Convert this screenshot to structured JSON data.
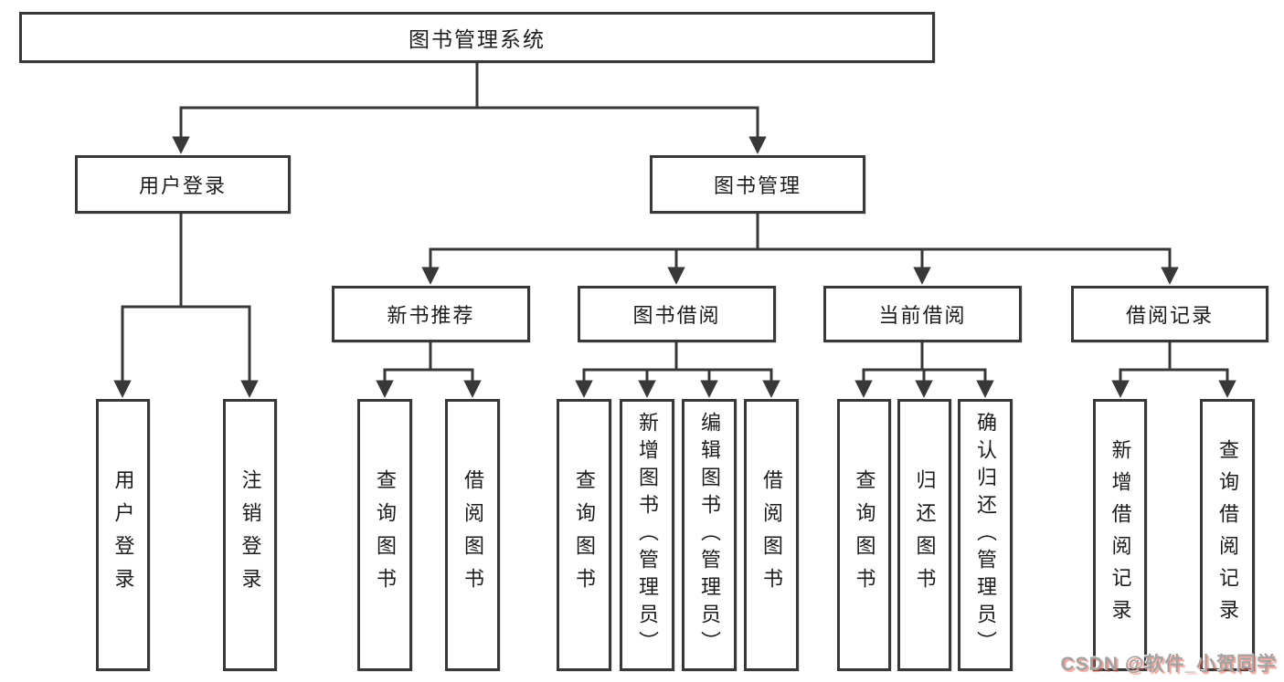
{
  "title": "图书管理系统",
  "level2": {
    "user_login": "用户登录",
    "book_mgmt": "图书管理"
  },
  "level3": {
    "new_book": "新书推荐",
    "book_borrow": "图书借阅",
    "current_borrow": "当前借阅",
    "borrow_records": "借阅记录"
  },
  "leaves": {
    "user_login": [
      "用户登录",
      "注销登录"
    ],
    "new_book": [
      "查询图书",
      "借阅图书"
    ],
    "book_borrow": [
      "查询图书",
      "新增图书（管理员）",
      "编辑图书（管理员）",
      "借阅图书"
    ],
    "current_borrow": [
      "查询图书",
      "归还图书",
      "确认归还（管理员）"
    ],
    "borrow_records": [
      "新增借阅记录",
      "查询借阅记录"
    ]
  },
  "watermark": "CSDN @软件_小贺同学",
  "colors": {
    "line": "#383838",
    "box_border": "#383838",
    "text": "#1c1c1c",
    "background": "#ffffff",
    "watermark_gray": "#a2a2a2",
    "watermark_red": "#e65a46"
  }
}
